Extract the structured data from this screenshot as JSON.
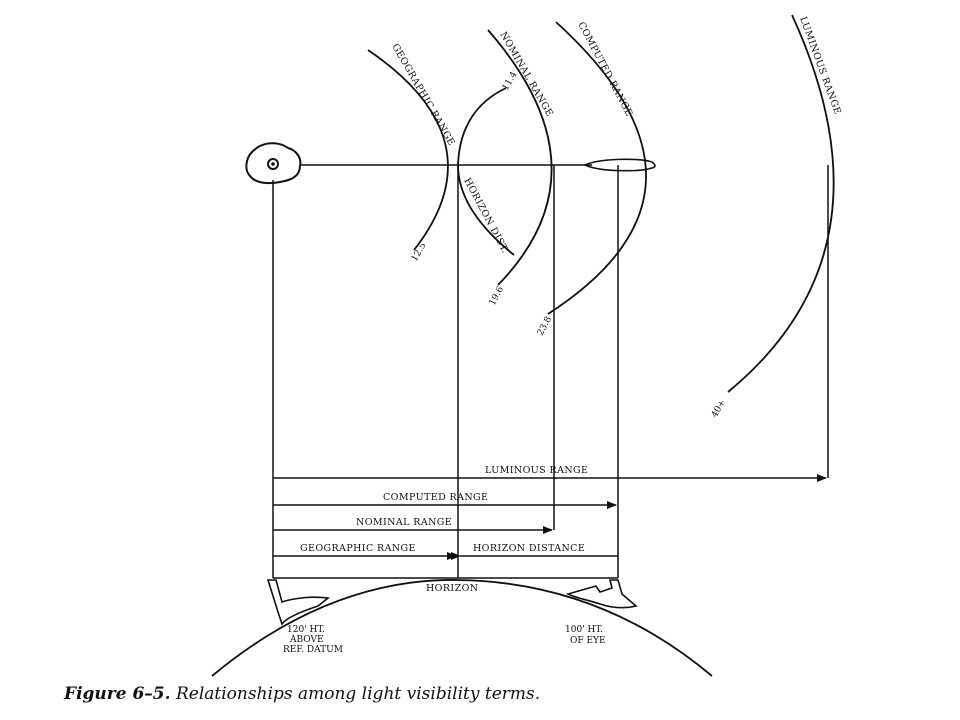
{
  "arc_labels": {
    "geographic_range": "GEOGRAPHIC RANGE",
    "nominal_range": "NOMINAL RANGE",
    "computed_range": "COMPUTED RANGE",
    "luminous_range": "LUMINOUS RANGE",
    "horizon_dist": "HORIZON DIST."
  },
  "arc_values": {
    "v11_4": "11.4",
    "v12_5": "12.5",
    "v19_6": "19.6",
    "v23_8": "23.8",
    "v40": "40+"
  },
  "ranges": {
    "luminous_range": "LUMINOUS RANGE",
    "computed_range": "COMPUTED RANGE",
    "nominal_range": "NOMINAL RANGE",
    "geographic_range": "GEOGRAPHIC RANGE",
    "horizon_distance": "HORIZON DISTANCE"
  },
  "earth": {
    "horizon": "HORIZON",
    "lighthouse_line1": "120' HT.",
    "lighthouse_line2": "ABOVE",
    "lighthouse_line3": "REF. DATUM",
    "ship_line1": "100' HT.",
    "ship_line2": "OF EYE"
  },
  "caption": {
    "figure_label": "Figure 6–5.",
    "text": "Relationships among light visibility terms."
  }
}
